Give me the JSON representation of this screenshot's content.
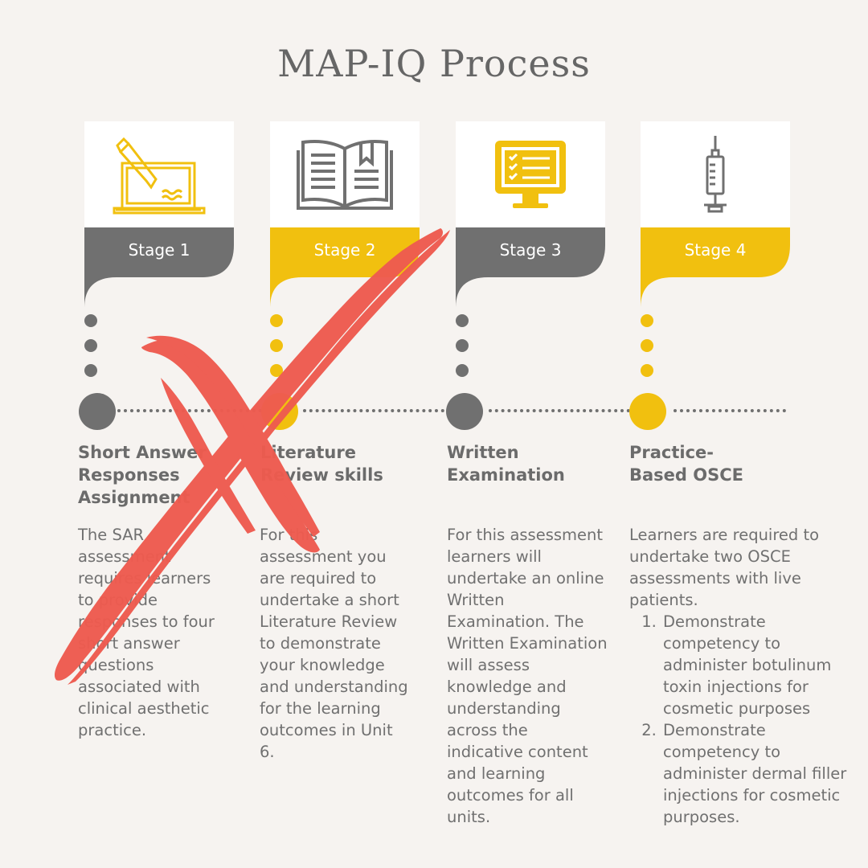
{
  "title": "MAP-IQ Process",
  "colors": {
    "gray": "#707070",
    "yellow": "#f1c00f",
    "background": "#f6f3f0",
    "cross": "#ee5b4f"
  },
  "stages": [
    {
      "label": "Stage 1",
      "icon": "laptop-pencil-icon",
      "heading": "Short Answer Responses Assignment",
      "body": "The SAR assessment requires learners to provide responses to four short answer questions associated with clinical aesthetic practice."
    },
    {
      "label": "Stage 2",
      "icon": "open-book-icon",
      "heading": "Literature Review skills",
      "body": "For this assessment you are required to undertake a short Literature Review to demonstrate your knowledge and understanding for the learning outcomes in Unit 6."
    },
    {
      "label": "Stage 3",
      "icon": "monitor-checklist-icon",
      "heading": "Written Examination",
      "body": "For this assessment learners will undertake an online Written Examination. The Written Examination will assess knowledge and understanding across the indicative content and learning outcomes for all units."
    },
    {
      "label": "Stage 4",
      "icon": "syringe-icon",
      "heading": "Practice-Based OSCE",
      "body": "Learners are required to undertake two OSCE assessments with live patients.",
      "list": [
        "Demonstrate competency to administer botulinum toxin injections for cosmetic purposes",
        "Demonstrate competency to administer dermal filler injections for cosmetic purposes."
      ]
    }
  ]
}
